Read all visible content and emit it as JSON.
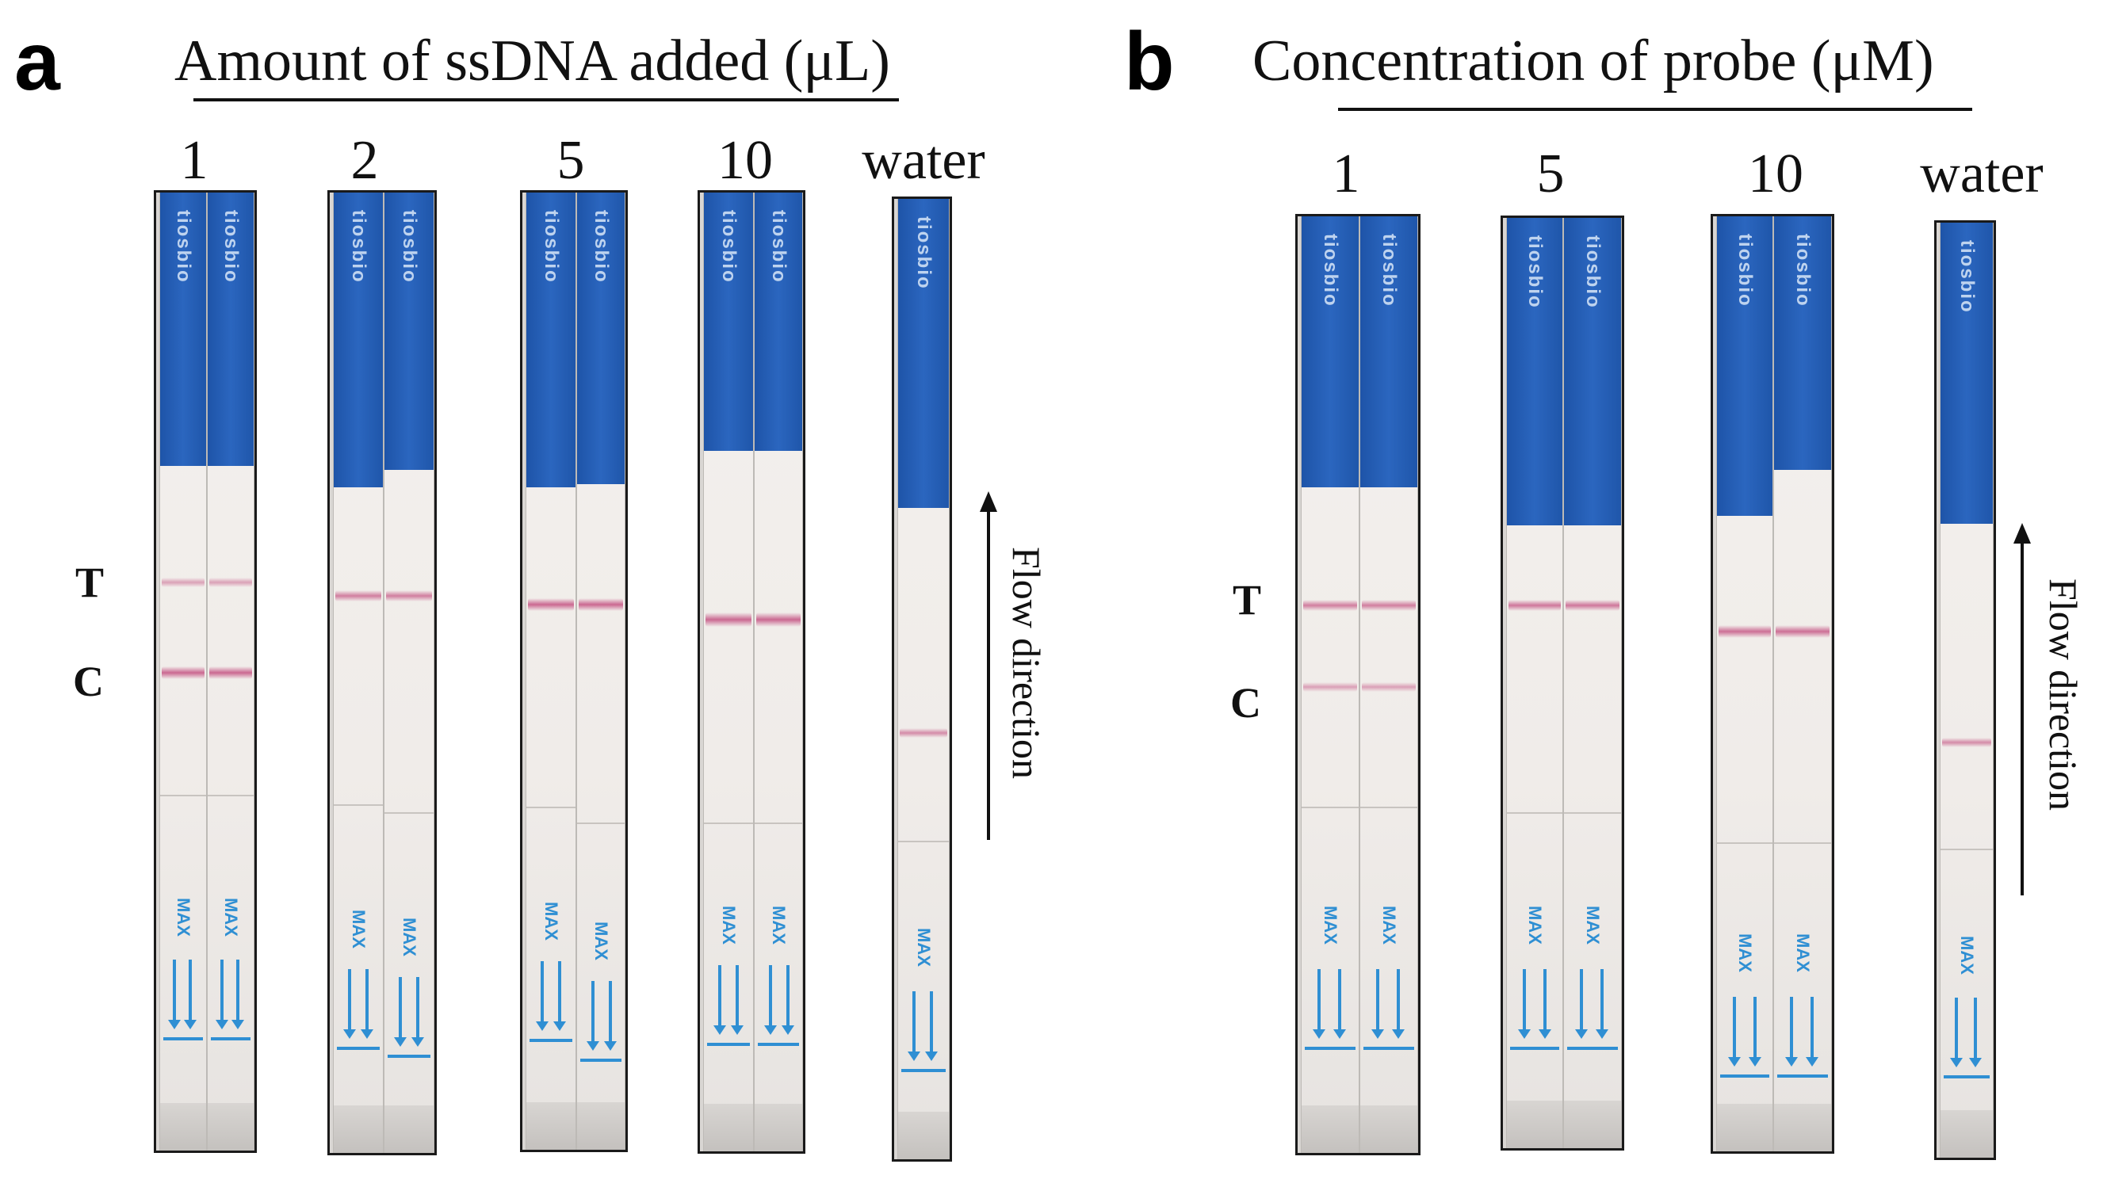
{
  "panel_a": {
    "letter": "a",
    "title": "Amount of ssDNA added (μL)",
    "lanes": [
      "1",
      "2",
      "5",
      "10",
      "water"
    ],
    "test_line_label": "T",
    "control_line_label": "C",
    "flow_label": "Flow direction"
  },
  "panel_b": {
    "letter": "b",
    "title": "Concentration of probe (μM)",
    "lanes": [
      "1",
      "5",
      "10",
      "water"
    ],
    "test_line_label": "T",
    "control_line_label": "C",
    "flow_label": "Flow direction"
  },
  "strip_print": {
    "brand": "tiosbio",
    "fill_mark": "MAX"
  },
  "colors": {
    "cap_blue": "#2b66bf",
    "band_magenta": "#c45282",
    "mark_blue": "#2f8fd3"
  }
}
